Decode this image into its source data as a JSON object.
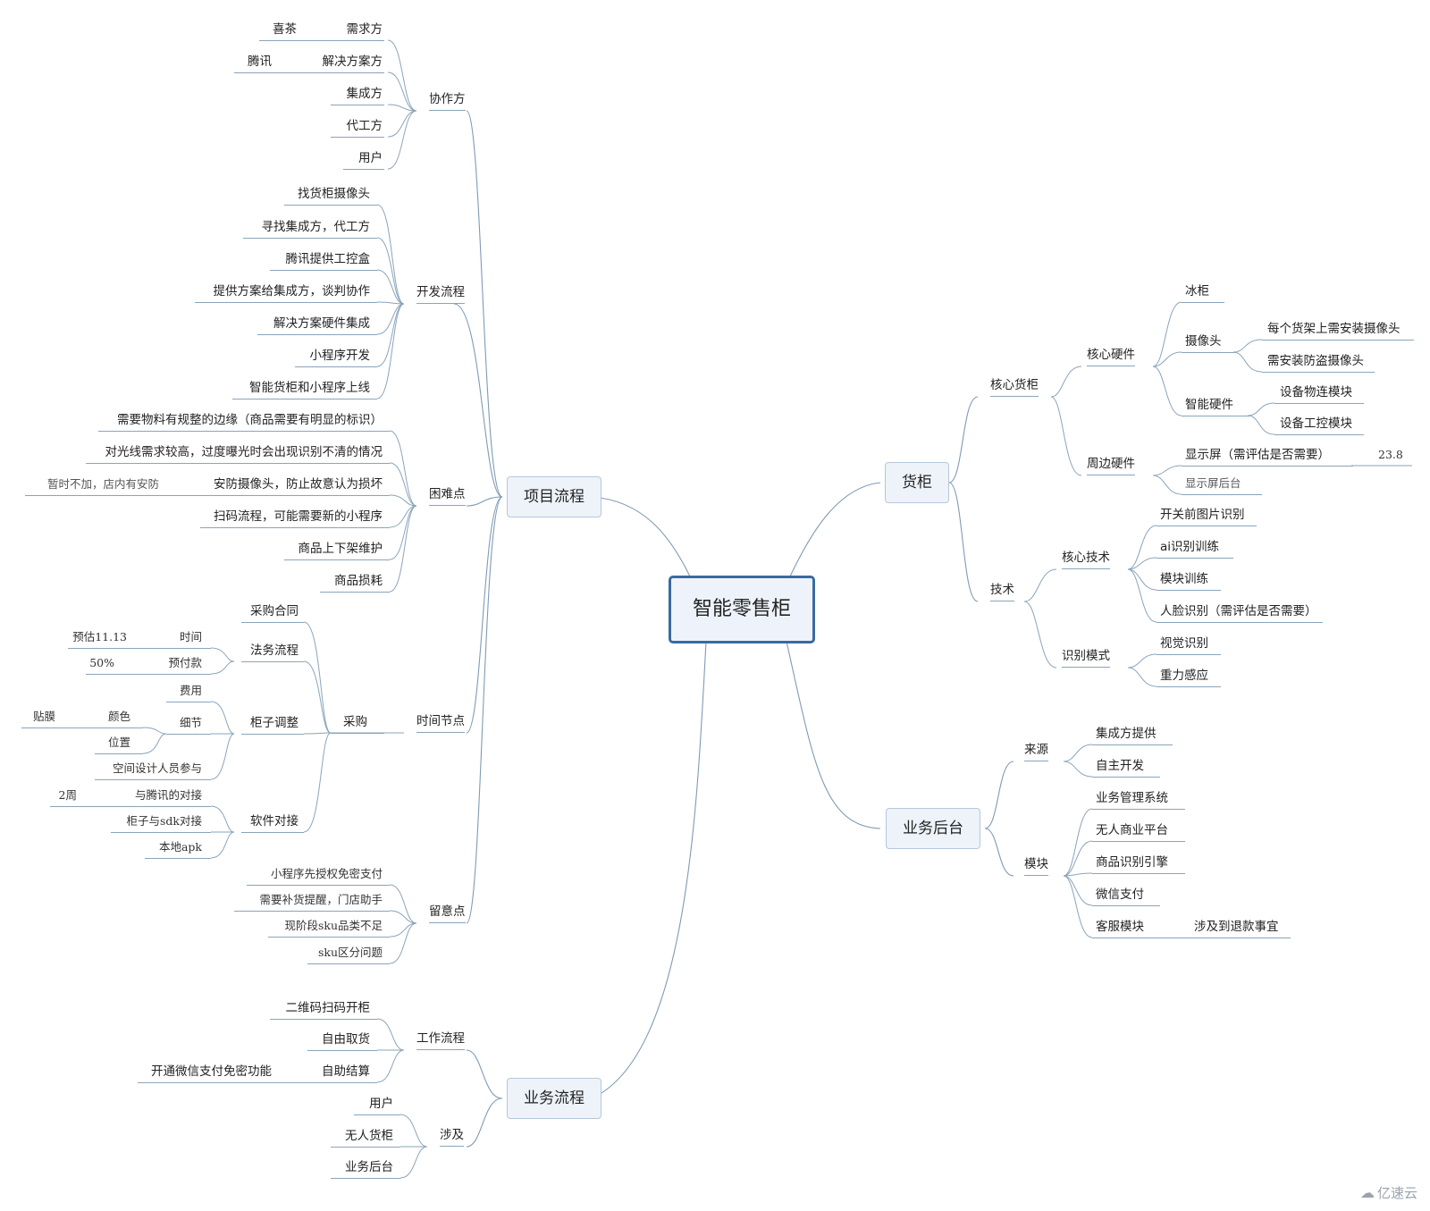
{
  "root": "智能零售柜",
  "branches": {
    "project": "项目流程",
    "business_flow": "业务流程",
    "cabinet": "货柜",
    "backend": "业务后台"
  },
  "project": {
    "partners": {
      "label": "协作方",
      "demand": "需求方",
      "demand_val": "喜茶",
      "solution": "解决方案方",
      "solution_val": "腾讯",
      "integrator": "集成方",
      "oem": "代工方",
      "user": "用户"
    },
    "dev": {
      "label": "开发流程",
      "items": [
        "找货柜摄像头",
        "寻找集成方，代工方",
        "腾讯提供工控盒",
        "提供方案给集成方，谈判协作",
        "解决方案硬件集成",
        "小程序开发",
        "智能货柜和小程序上线"
      ]
    },
    "difficulty": {
      "label": "困难点",
      "items": [
        "需要物料有规整的边缘（商品需要有明显的标识）",
        "对光线需求较高，过度曝光时会出现识别不清的情况",
        "安防摄像头，防止故意认为损坏",
        "扫码流程，可能需要新的小程序",
        "商品上下架维护",
        "商品损耗"
      ],
      "note": "暂时不加，店内有安防"
    },
    "timeline": {
      "label": "时间节点",
      "purchase": "采购",
      "contract": "采购合同",
      "legal": "法务流程",
      "time": "时间",
      "time_val": "预估11.13",
      "prepay": "预付款",
      "prepay_val": "50%",
      "adjust": "柜子调整",
      "cost": "费用",
      "detail": "细节",
      "color": "颜色",
      "color_val": "贴膜",
      "position": "位置",
      "space": "空间设计人员参与",
      "software": "软件对接",
      "tencent": "与腾讯的对接",
      "tencent_val": "2周",
      "sdk": "柜子与sdk对接",
      "apk": "本地apk"
    },
    "attention": {
      "label": "留意点",
      "items": [
        "小程序先授权免密支付",
        "需要补货提醒，门店助手",
        "现阶段sku品类不足",
        "sku区分问题"
      ]
    }
  },
  "business_flow": {
    "work": {
      "label": "工作流程",
      "qr": "二维码扫码开柜",
      "pick": "自由取货",
      "checkout": "自助结算",
      "checkout_val": "开通微信支付免密功能"
    },
    "involve": {
      "label": "涉及",
      "items": [
        "用户",
        "无人货柜",
        "业务后台"
      ]
    }
  },
  "cabinet": {
    "core_cabinet": "核心货柜",
    "core_hw": "核心硬件",
    "freezer": "冰柜",
    "camera": "摄像头",
    "camera_items": [
      "每个货架上需安装摄像头",
      "需安装防盗摄像头"
    ],
    "smart_hw": "智能硬件",
    "smart_items": [
      "设备物连模块",
      "设备工控模块"
    ],
    "periph": "周边硬件",
    "screen": "显示屏（需评估是否需要）",
    "screen_val": "23.8",
    "screen_backend": "显示屏后台",
    "tech": "技术",
    "core_tech": "核心技术",
    "core_tech_items": [
      "开关前图片识别",
      "ai识别训练",
      "模块训练",
      "人脸识别（需评估是否需要）"
    ],
    "mode": "识别模式",
    "mode_items": [
      "视觉识别",
      "重力感应"
    ]
  },
  "backend": {
    "source": "来源",
    "source_items": [
      "集成方提供",
      "自主开发"
    ],
    "module": "模块",
    "module_items": [
      "业务管理系统",
      "无人商业平台",
      "商品识别引擎",
      "微信支付",
      "客服模块"
    ],
    "service_val": "涉及到退款事宜"
  },
  "watermark": "亿速云"
}
